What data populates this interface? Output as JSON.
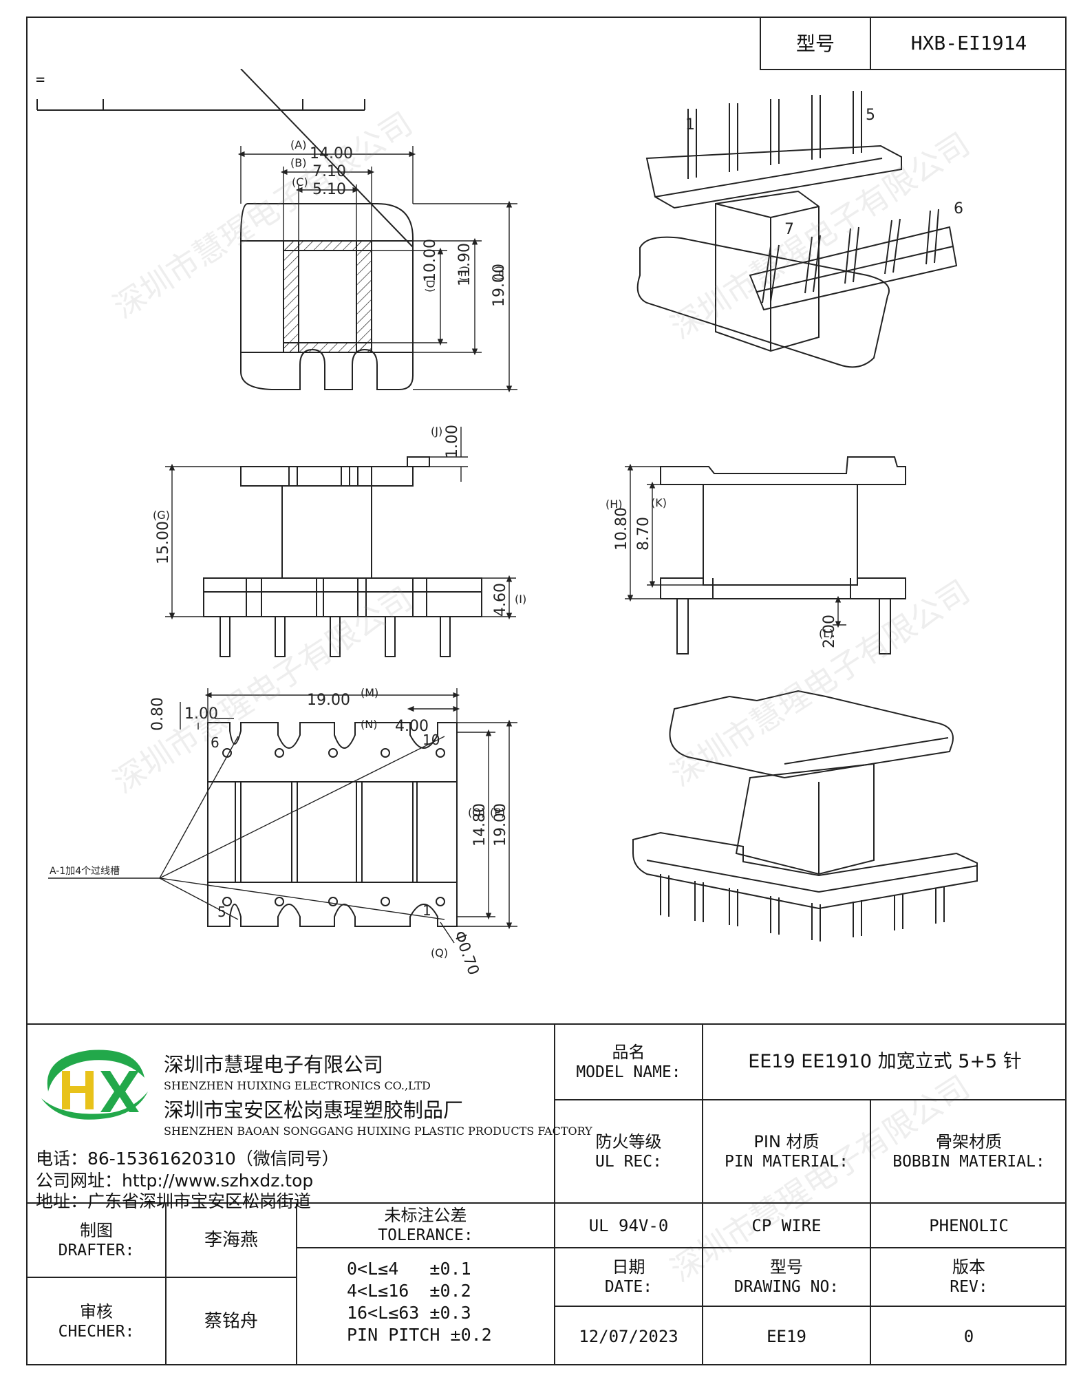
{
  "header": {
    "model_label": "型号",
    "model_value": "HXB-EI1914"
  },
  "stray_mark": "=",
  "dims": {
    "A": "(A)",
    "A_val": "14.00",
    "B": "(B)",
    "B_val": "7.10",
    "C": "(C)",
    "C_val": "5.10",
    "D": "(D)",
    "D_val": "10.00",
    "E": "(E)",
    "E_val": "11.90",
    "F": "(F)",
    "F_val": "19.00",
    "G": "(G)",
    "G_val": "15.00",
    "J": "(J)",
    "J_val": "1.00",
    "I": "(I)",
    "I_val": "4.60",
    "H": "(H)",
    "H_val": "10.80",
    "K": "(K)",
    "K_val": "8.70",
    "L": "(L)",
    "L_val": "2.00",
    "M": "(M)",
    "M_val": "19.00",
    "N": "(N)",
    "N_val": "4.00",
    "top_small": "0.80",
    "top_small2": "1.00",
    "O": "(O)",
    "O_val": "14.80",
    "P": "(P)",
    "P_val": "19.00",
    "Q": "(Q)",
    "Q_val": "Φ0.70"
  },
  "pins": {
    "p1": "1",
    "p5": "5",
    "p6": "6",
    "p7": "7",
    "b6": "6",
    "b10": "10",
    "b5": "5",
    "b1": "1"
  },
  "annotation": "A-1加4个过线槽",
  "company": {
    "name_cn": "深圳市慧瑆电子有限公司",
    "name_en": "SHENZHEN HUIXING ELECTRONICS CO.,LTD",
    "factory_cn": "深圳市宝安区松岗惠瑆塑胶制品厂",
    "factory_en": "SHENZHEN BAOAN SONGGANG HUIXING PLASTIC PRODUCTS FACTORY",
    "phone": "电话：86-15361620310（微信同号）",
    "website": "公司网址：http://www.szhxdz.top",
    "address": "地址：广东省深圳市宝安区松岗街道",
    "logo_letters": "HX",
    "brand_green": "#22a84a",
    "brand_yellow": "#e8c21a"
  },
  "watermark": "深圳市慧瑆电子有限公司",
  "title_block": {
    "model_name_cn": "品名",
    "model_name_en": "MODEL NAME:",
    "model_name_value": "EE19 EE1910 加宽立式 5+5 针",
    "ul_cn": "防火等级",
    "ul_en": "UL REC:",
    "pin_cn": "PIN 材质",
    "pin_en": "PIN MATERIAL:",
    "bobbin_cn": "骨架材质",
    "bobbin_en": "BOBBIN MATERIAL:",
    "ul_value": "UL 94V-0",
    "pin_value": "CP WIRE",
    "bobbin_value": "PHENOLIC",
    "drafter_cn": "制图",
    "drafter_en": "DRAFTER:",
    "drafter_name": "李海燕",
    "checker_cn": "审核",
    "checker_en": "CHECHER:",
    "checker_name": "蔡铭舟",
    "tol_cn": "未标注公差",
    "tol_en": "TOLERANCE:",
    "tol_lines": [
      "0<L≤4   ±0.1",
      "4<L≤16  ±0.2",
      "16<L≤63 ±0.3",
      "PIN PITCH ±0.2"
    ],
    "date_cn": "日期",
    "date_en": "DATE:",
    "drawing_cn": "型号",
    "drawing_en": "DRAWING NO:",
    "rev_cn": "版本",
    "rev_en": "REV:",
    "date_value": "12/07/2023",
    "drawing_value": "EE19",
    "rev_value": "0"
  }
}
